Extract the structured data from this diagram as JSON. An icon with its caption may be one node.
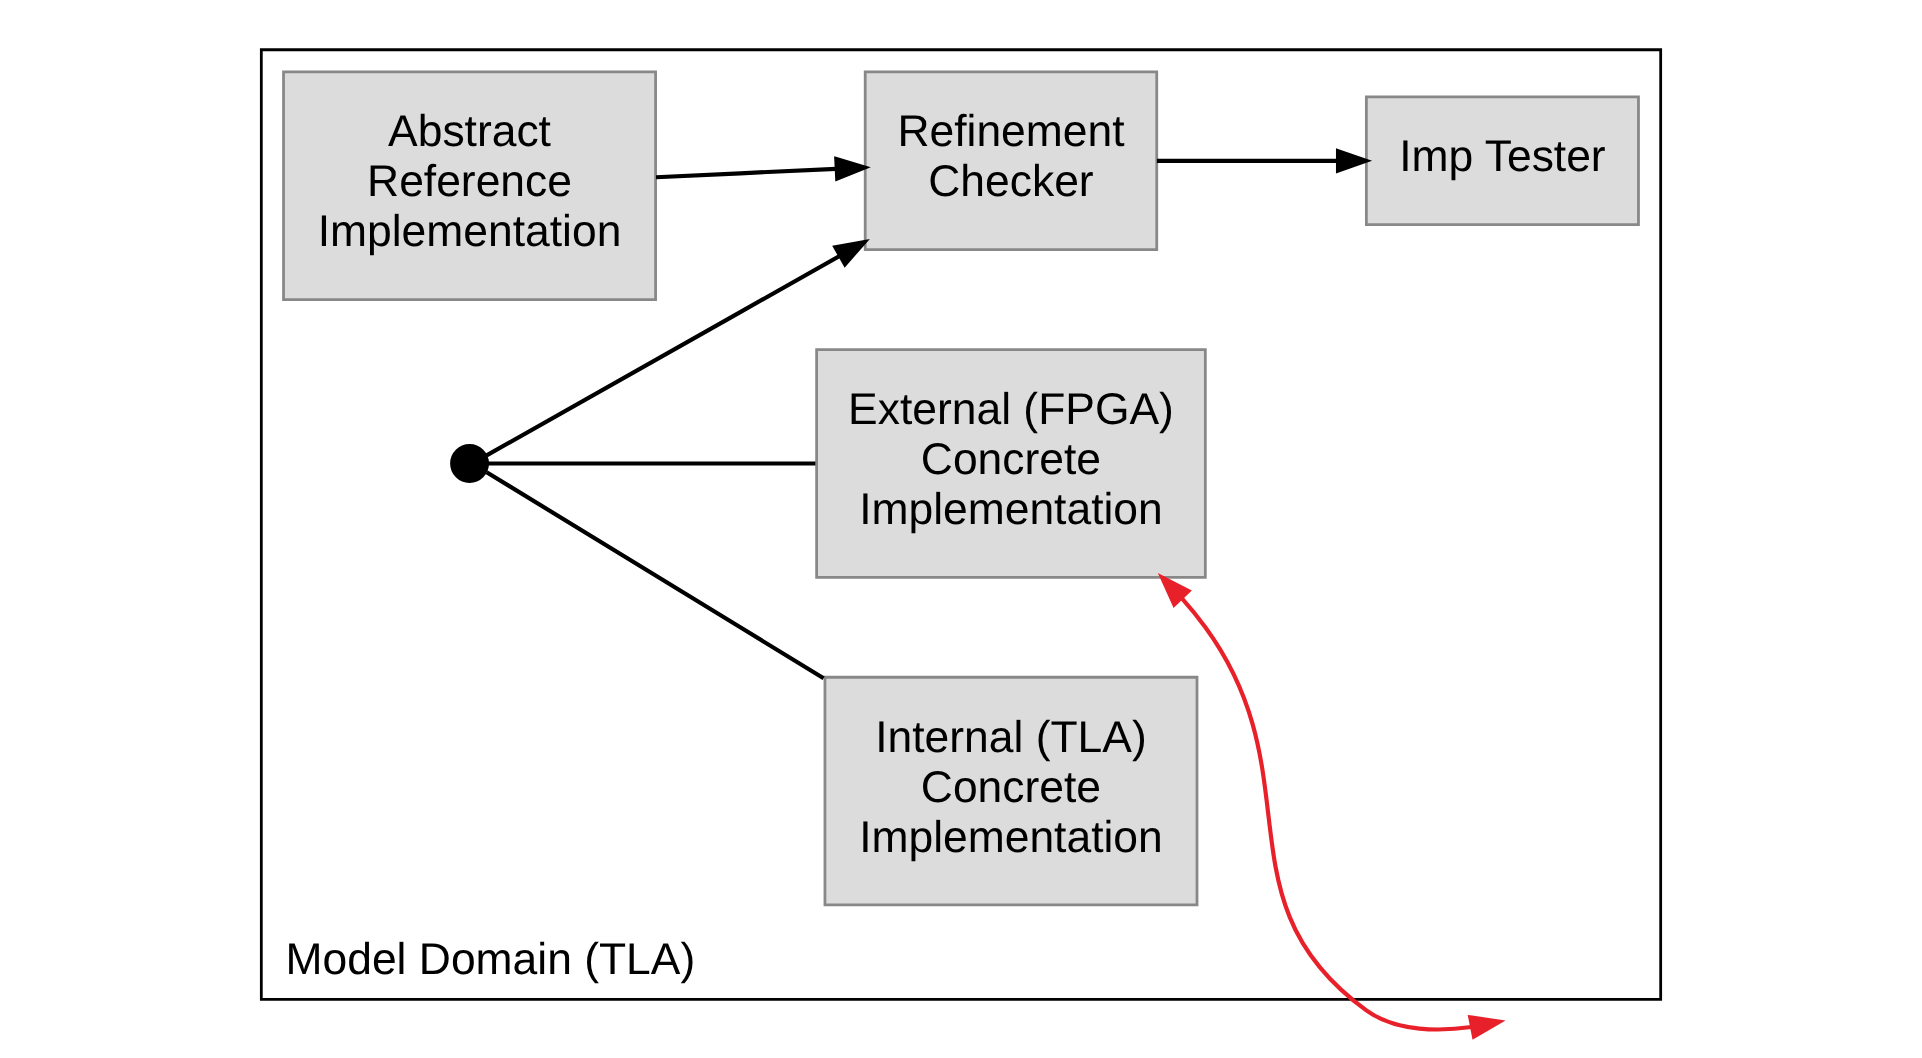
{
  "diagram": {
    "nodes": [
      {
        "text": [
          "Model Domain (TLA)"
        ]
      },
      {
        "text": [
          "Imp Tester"
        ],
        "in": 0
      },
      {
        "text": [
          "Abstract Reference Implementation"
        ],
        "in": 0
      },
      {
        "text": [
          "Refinement Checker"
        ],
        "in": 0
      },
      {
        "text": [
          "Internal (TLA) Concrete Implementation"
        ],
        "in": 0
      },
      {
        "text": [
          "External (FPGA) Concrete Implementation"
        ],
        "in": 0
      },
      {
        "text": [],
        "shape": "circle",
        "in": 0
      }
    ],
    "edges": [
      {
        "from": 2,
        "to": 3,
        "arrow": "to"
      },
      {
        "from": 3,
        "to": 1,
        "arrow": "to"
      },
      {
        "from": 6,
        "to": 3,
        "arrow": "to"
      },
      {
        "from": 4,
        "to": 6,
        "arrow": "none"
      },
      {
        "from": 5,
        "to": 6,
        "arrow": "none"
      },
      {
        "from": 5,
        "to": null,
        "arrow": "both",
        "color": "#e8202a"
      }
    ]
  }
}
